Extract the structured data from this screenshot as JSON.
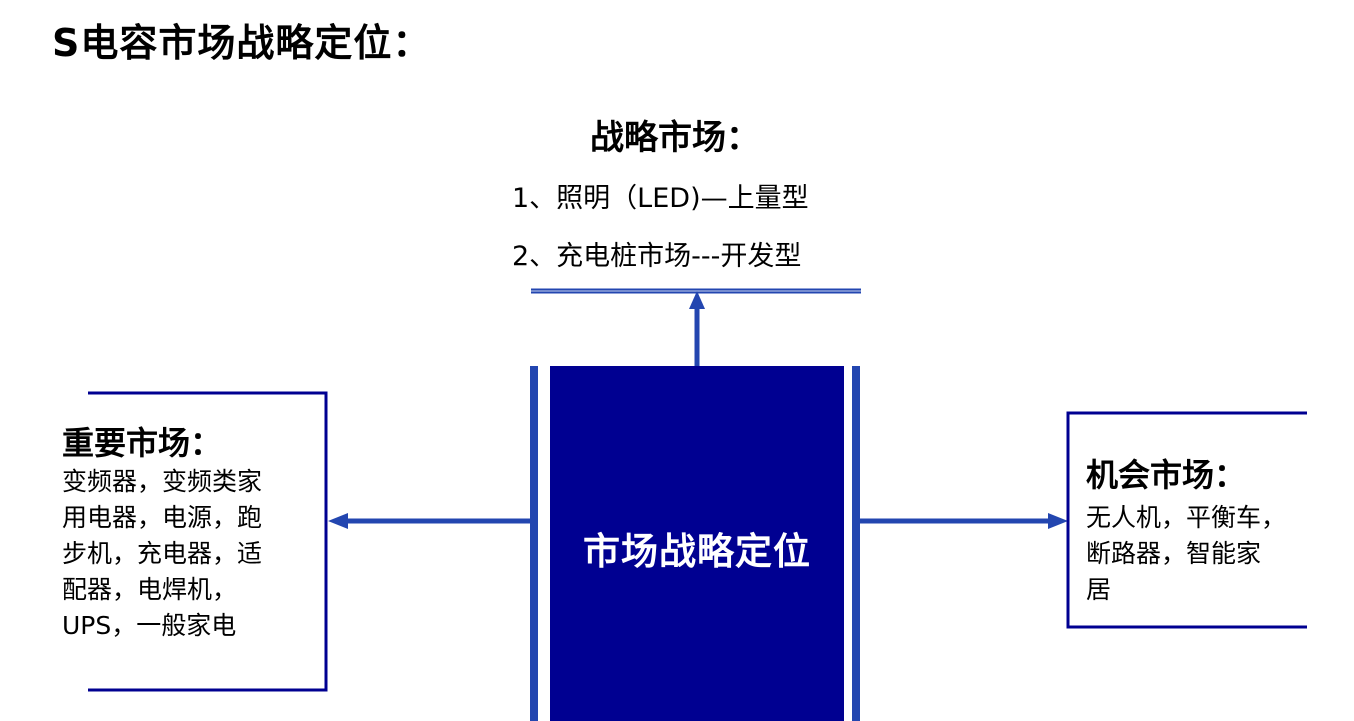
{
  "title": "S电容市场战略定位：",
  "center": {
    "label": "市场战略定位"
  },
  "strategic_market": {
    "heading": "战略市场：",
    "items": [
      "1、照明（LED)—上量型",
      "2、充电桩市场---开发型"
    ]
  },
  "important_market": {
    "heading": "重要市场：",
    "lines": [
      "变频器，变频类家",
      "用电器，电源，跑",
      "步机，充电器，适",
      "配器，电焊机，",
      "UPS，一般家电"
    ]
  },
  "opportunity_market": {
    "heading": "机会市场：",
    "lines": [
      "无人机，平衡车，",
      "断路器，智能家",
      "居"
    ]
  },
  "colors": {
    "center_fill": "#000091",
    "connector": "#2346b0",
    "border": "#000091"
  }
}
